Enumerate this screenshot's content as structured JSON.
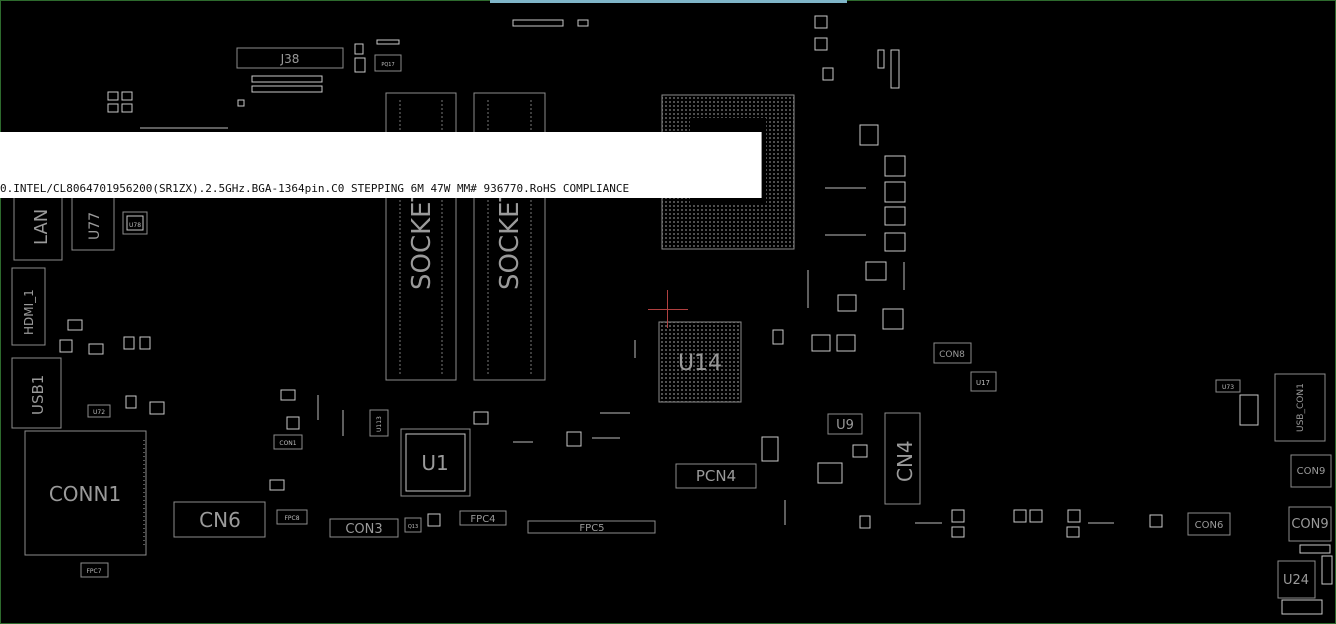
{
  "board": {
    "labels": {
      "j38": "J38",
      "pq17": "PQ17",
      "lan": "LAN",
      "u77": "U77",
      "u78": "U78",
      "socket1": "SOCKET",
      "socket2": "SOCKET",
      "hdmi": "HDMI_1",
      "usb1": "USB1",
      "u72": "U72",
      "conn1": "CONN1",
      "cn6": "CN6",
      "fpc8": "FPC8",
      "fpc7": "FPC7",
      "con3": "CON3",
      "con1": "CON1",
      "u1": "U1",
      "u113": "U113",
      "q13": "Q13",
      "fpc4": "FPC4",
      "fpc5": "FPC5",
      "u14": "U14",
      "pcn4": "PCN4",
      "u9": "U9",
      "cn4": "CN4",
      "con8": "CON8",
      "u17": "U17",
      "con6": "CON6",
      "u73": "U73",
      "usb_con1": "USB_CON1",
      "con9a": "CON9",
      "con9b": "CON9",
      "u24": "U24"
    }
  },
  "tooltip": {
    "text": "0.INTEL/CL8064701956200(SR1ZX).2.5GHz.BGA-1364pin.C0 STEPPING 6M 47W MM# 936770.RoHS COMPLIANCE"
  }
}
